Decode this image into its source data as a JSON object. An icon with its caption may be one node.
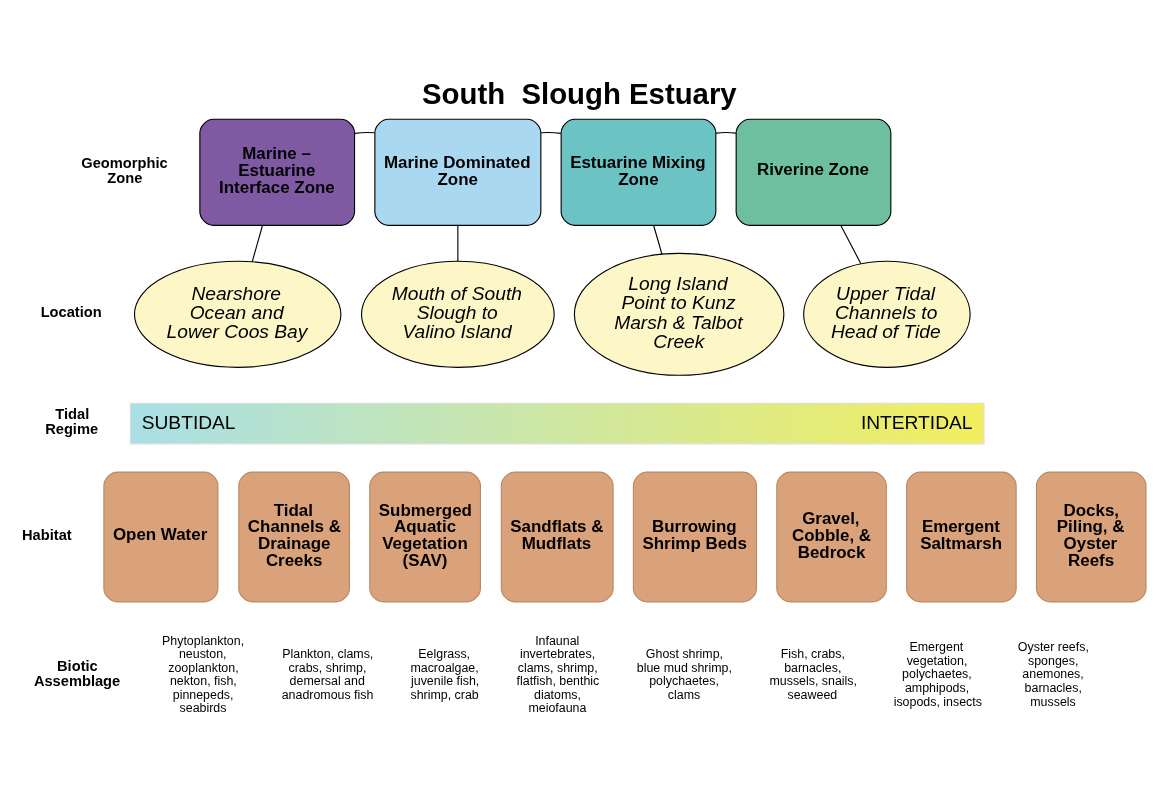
{
  "diagram": {
    "title": "South  Slough Estuary",
    "nodes": [
      {
        "text": [
          "Marine – Estuarine Interface Zone"
        ]
      },
      {
        "text": [
          "Marine Dominated Zone"
        ]
      },
      {
        "text": [
          "Estuarine Mixing Zone"
        ]
      },
      {
        "text": [
          "Riverine Zone"
        ]
      },
      {
        "text": [
          "Nearshore Ocean and Lower Coos Bay"
        ]
      },
      {
        "text": [
          "Mouth of South Slough to Valino Island"
        ]
      },
      {
        "text": [
          "Long Island Point to Kunz Marsh & Talbot Creek"
        ]
      },
      {
        "text": [
          "Upper Tidal Channels to Head of Tide"
        ]
      },
      {
        "text": [
          "SUBTIDAL",
          "INTERTIDAL"
        ]
      },
      {
        "text": [
          "Open Water"
        ],
        "beside": [
          "Phytoplankton, neuston, zooplankton, nekton, fish, pinnepeds, seabirds"
        ]
      },
      {
        "text": [
          "Tidal Channels & Drainage Creeks"
        ],
        "beside": [
          "Plankton, clams, crabs, shrimp, demersal and anadromous fish"
        ]
      },
      {
        "text": [
          "Submerged Aquatic Vegetation (SAV)"
        ],
        "beside": [
          "Eelgrass, macroalgae, juvenile fish, shrimp, crab"
        ]
      },
      {
        "text": [
          "Sandflats & Mudflats"
        ],
        "beside": [
          "Infaunal invertebrates, clams, shrimp, flatfish, benthic diatoms, meiofauna"
        ]
      },
      {
        "text": [
          "Burrowing Shrimp Beds"
        ],
        "beside": [
          "Ghost shrimp, blue mud shrimp, polychaetes, clams"
        ]
      },
      {
        "text": [
          "Gravel, Cobble, & Bedrock"
        ],
        "beside": [
          "Fish, crabs, barnacles, mussels, snails, seaweed"
        ]
      },
      {
        "text": [
          "Emergent Saltmarsh"
        ],
        "beside": [
          "Emergent vegetation, polychaetes, amphipods, isopods, insects"
        ]
      },
      {
        "text": [
          "Docks, Piling, & Oyster Reefs"
        ],
        "beside": [
          "Oyster reefs, sponges, anemones, barnacles, mussels"
        ]
      }
    ],
    "edges": [
      {
        "from": 0,
        "to": 1,
        "arrow": "none"
      },
      {
        "from": 1,
        "to": 2,
        "arrow": "none"
      },
      {
        "from": 2,
        "to": 3,
        "arrow": "none"
      },
      {
        "from": 0,
        "to": 4,
        "arrow": "none"
      },
      {
        "from": 1,
        "to": 5,
        "arrow": "none"
      },
      {
        "from": 2,
        "to": 6,
        "arrow": "none"
      },
      {
        "from": 3,
        "to": 7,
        "arrow": "none"
      }
    ],
    "labels": [
      "Geomorphic Zone",
      "Location",
      "Tidal Regime",
      "Habitat",
      "Biotic Assemblage"
    ]
  }
}
